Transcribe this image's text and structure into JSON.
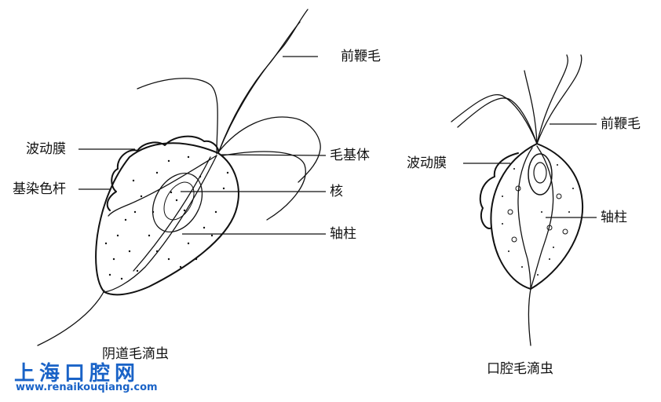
{
  "left_cell": {
    "labels": {
      "anterior_flagella": "前鞭毛",
      "undulating_membrane": "波动膜",
      "basal_body": "毛基体",
      "costa": "基染色杆",
      "nucleus": "核",
      "axostyle": "轴柱"
    },
    "caption": "阴道毛滴虫"
  },
  "right_cell": {
    "labels": {
      "anterior_flagella": "前鞭毛",
      "undulating_membrane": "波动膜",
      "axostyle": "轴柱"
    },
    "caption": "口腔毛滴虫"
  },
  "watermark": {
    "title": "上海口腔网",
    "url": "www.renaikouqiang.com",
    "color": "#1a63c7"
  }
}
